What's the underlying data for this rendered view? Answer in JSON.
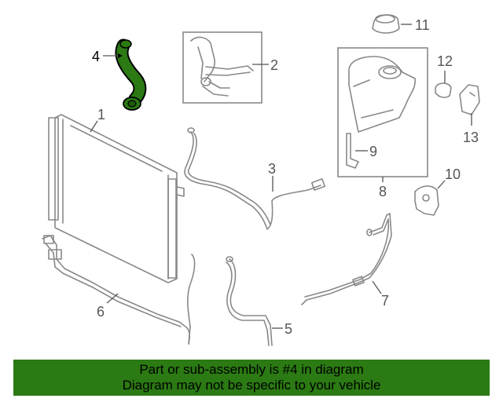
{
  "diagram": {
    "callouts": [
      {
        "id": "1",
        "text": "1"
      },
      {
        "id": "2",
        "text": "2"
      },
      {
        "id": "3",
        "text": "3"
      },
      {
        "id": "4",
        "text": "4"
      },
      {
        "id": "5",
        "text": "5"
      },
      {
        "id": "6",
        "text": "6"
      },
      {
        "id": "7",
        "text": "7"
      },
      {
        "id": "8",
        "text": "8"
      },
      {
        "id": "9",
        "text": "9"
      },
      {
        "id": "10",
        "text": "10"
      },
      {
        "id": "11",
        "text": "11"
      },
      {
        "id": "12",
        "text": "12"
      },
      {
        "id": "13",
        "text": "13"
      }
    ],
    "highlight_part": "4",
    "colors": {
      "highlight": "#2b7a13",
      "line": "#888888",
      "banner": "#2b7a13"
    }
  },
  "banner": {
    "line1": "Part or sub-assembly is #4 in diagram",
    "line2": "Diagram may not be specific to your vehicle"
  }
}
